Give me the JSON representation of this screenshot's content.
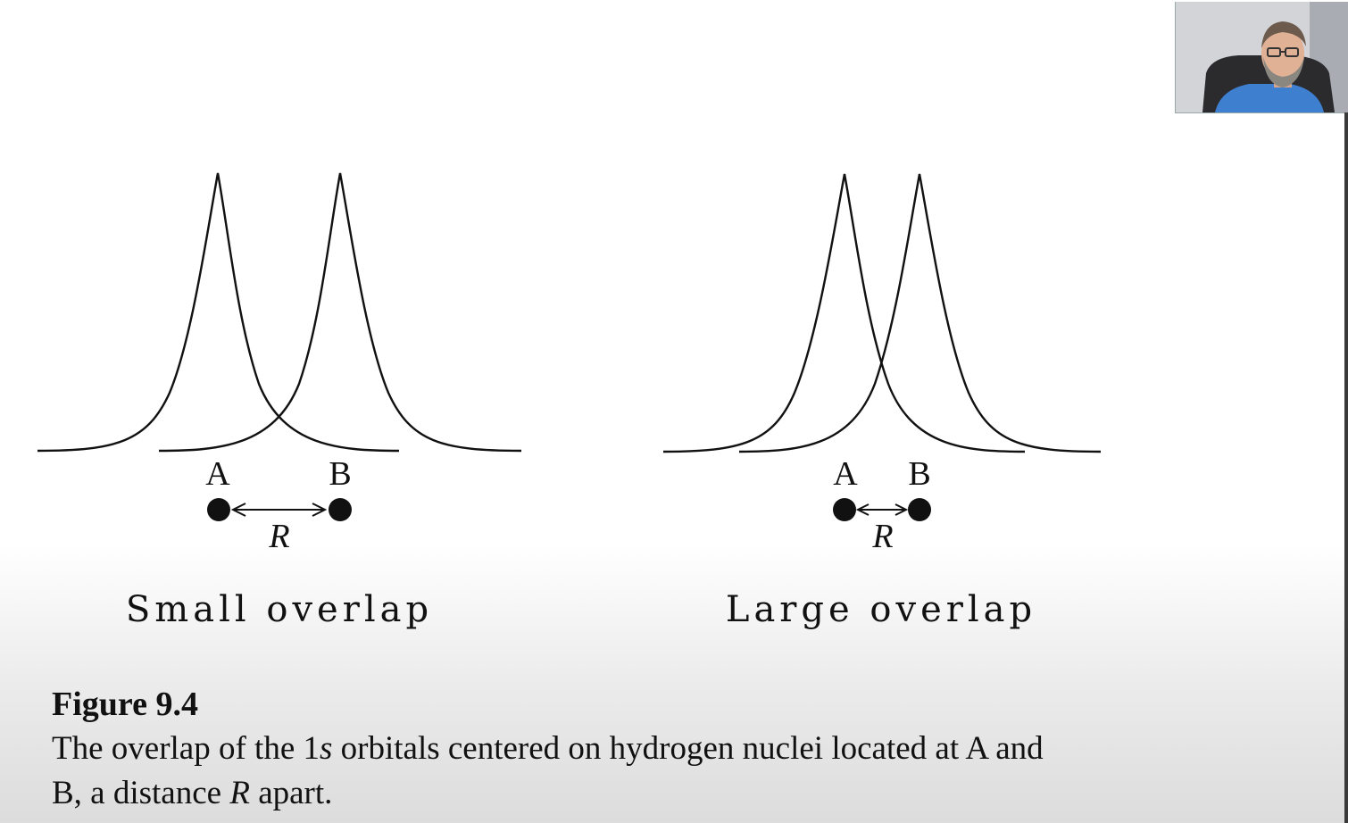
{
  "panels": [
    {
      "id": "small",
      "caption": "Small overlap",
      "label_a": "A",
      "label_b": "B",
      "distance_label": "R"
    },
    {
      "id": "large",
      "caption": "Large overlap",
      "label_a": "A",
      "label_b": "B",
      "distance_label": "R"
    }
  ],
  "figure": {
    "number": "Figure 9.4",
    "text_before_s": "The overlap of the 1",
    "text_s": "s",
    "text_after_s": " orbitals centered on hydrogen nuclei located at A and",
    "text_line2_before_r": "B, a distance ",
    "text_line2_r": "R",
    "text_line2_after_r": " apart."
  },
  "webcam": {
    "icon": "presenter-video-icon"
  }
}
